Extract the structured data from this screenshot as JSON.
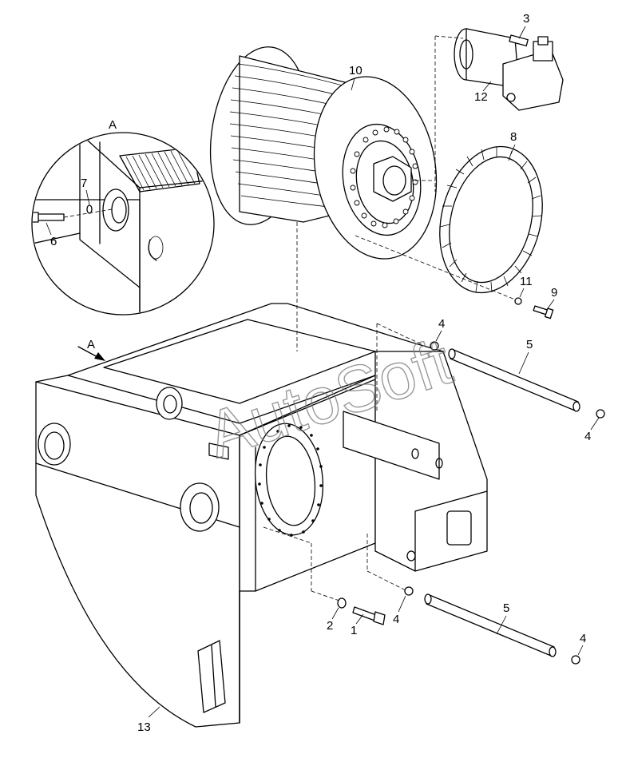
{
  "callouts": {
    "c1": "1",
    "c2": "2",
    "c3": "3",
    "c4a": "4",
    "c4b": "4",
    "c4c": "4",
    "c4d": "4",
    "c5a": "5",
    "c5b": "5",
    "c6": "6",
    "c7": "7",
    "c8": "8",
    "c9": "9",
    "c10": "10",
    "c11": "11",
    "c12": "12",
    "c13": "13"
  },
  "view": {
    "detail_label": "A",
    "arrow_label": "A"
  },
  "watermark": "AutoSoft",
  "colors": {
    "line": "#000000",
    "background": "#ffffff",
    "watermark": "#777777"
  }
}
